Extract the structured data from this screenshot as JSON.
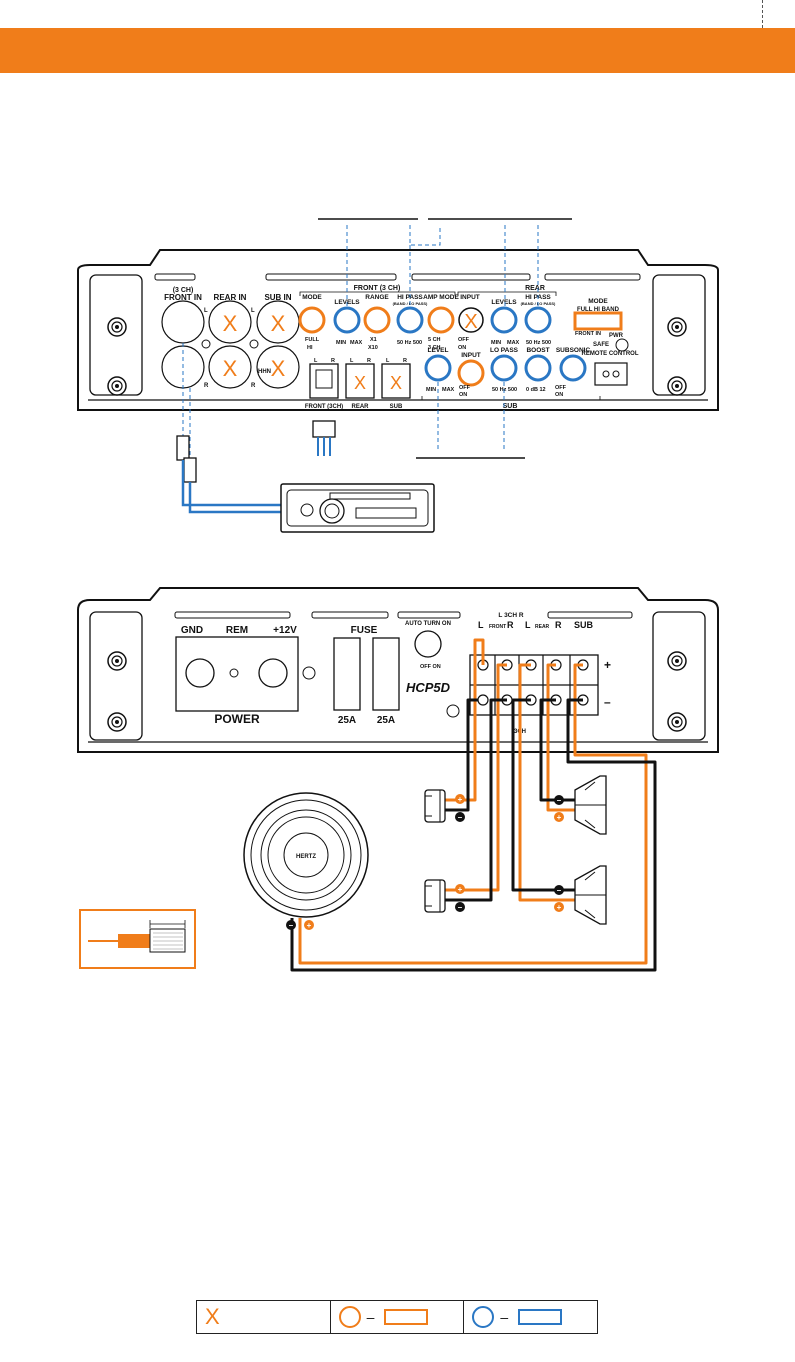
{
  "colors": {
    "orange": "#F07D1A",
    "blue": "#2A77C4",
    "black": "#111111"
  },
  "amp_top": {
    "front_in_group": "(3 CH)",
    "front_in": "FRONT IN",
    "rear_in": "REAR IN",
    "sub_in": "SUB IN",
    "ch_L": "L",
    "ch_R": "R",
    "front_3ch": "FRONT (3 CH)",
    "mode": "MODE",
    "levels": "LEVELS",
    "range": "RANGE",
    "hi_pass": "HI PASS",
    "band_note": "(BAND / LO PASS)",
    "amp_mode": "AMP MODE",
    "input": "INPUT",
    "rear": "REAR",
    "rear_levels": "LEVELS",
    "rear_hi_pass": "HI PASS",
    "mode_right": "MODE",
    "full_hi_band": "FULL  HI  BAND",
    "front_in_pwr": "FRONT IN",
    "pwr": "PWR",
    "safe": "SAFE",
    "full": "FULL",
    "hi": "HI",
    "min": "MIN",
    "max": "MAX",
    "x1": "X1",
    "x10": "X10",
    "hz50": "50  Hz  500",
    "ch5": "5 CH",
    "ch3": "3 CH",
    "off": "OFF",
    "on": "ON",
    "hhn": "HHN",
    "level": "LEVEL",
    "lo_pass": "LO PASS",
    "boost": "BOOST",
    "subsonic": "SUBSONIC",
    "remote_control": "REMOTE CONTROL",
    "db": "0  dB  12",
    "front_3ch_conn": "FRONT (3CH)",
    "rear_conn": "REAR",
    "sub_conn": "SUB",
    "sub_group": "SUB",
    "x_mark": "X"
  },
  "amp_bottom": {
    "gnd": "GND",
    "rem": "REM",
    "v12": "+12V",
    "power": "POWER",
    "fuse": "FUSE",
    "fuse1": "25A",
    "fuse2": "25A",
    "auto_turn_on": "AUTO TURN ON",
    "off_on": "OFF ON",
    "model": "HCP5D",
    "ch3_top": "L  3CH  R",
    "front": "FRONT",
    "rear": "REAR",
    "L": "L",
    "R": "R",
    "sub": "SUB",
    "ch3_bottom": "3CH",
    "plus": "+",
    "minus": "–"
  },
  "speaker_logo": "HERTZ",
  "terminal_plus": "+",
  "terminal_minus": "–",
  "legend": {
    "x_label": "X",
    "dash": "–"
  }
}
